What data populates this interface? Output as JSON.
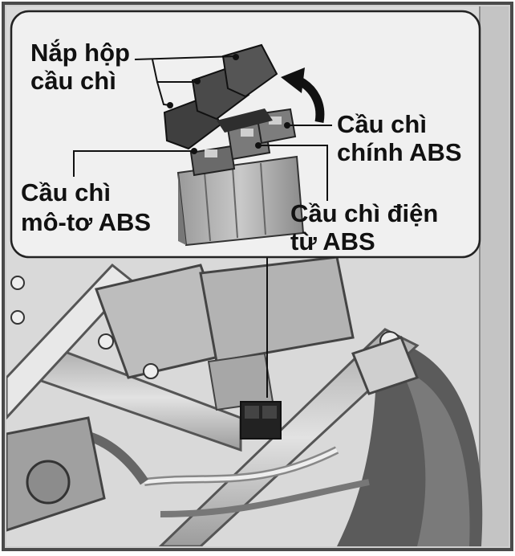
{
  "labels": {
    "cover": [
      "Nắp hộp",
      "cầu chì"
    ],
    "main_abs": [
      "Cầu chì",
      "chính ABS"
    ],
    "motor_abs": [
      "Cầu chì",
      "mô-tơ ABS"
    ],
    "electronic_abs": [
      "Cầu chì điện",
      "từ ABS"
    ]
  },
  "colors": {
    "frame": "#4a4a4a",
    "callout_bg": "#f0f0f0",
    "scene_bg": "#cfcfcf",
    "scene_dark": "#6d6d6d",
    "text": "#111111"
  },
  "icons": {
    "open_direction": "curved-arrow-icon"
  }
}
